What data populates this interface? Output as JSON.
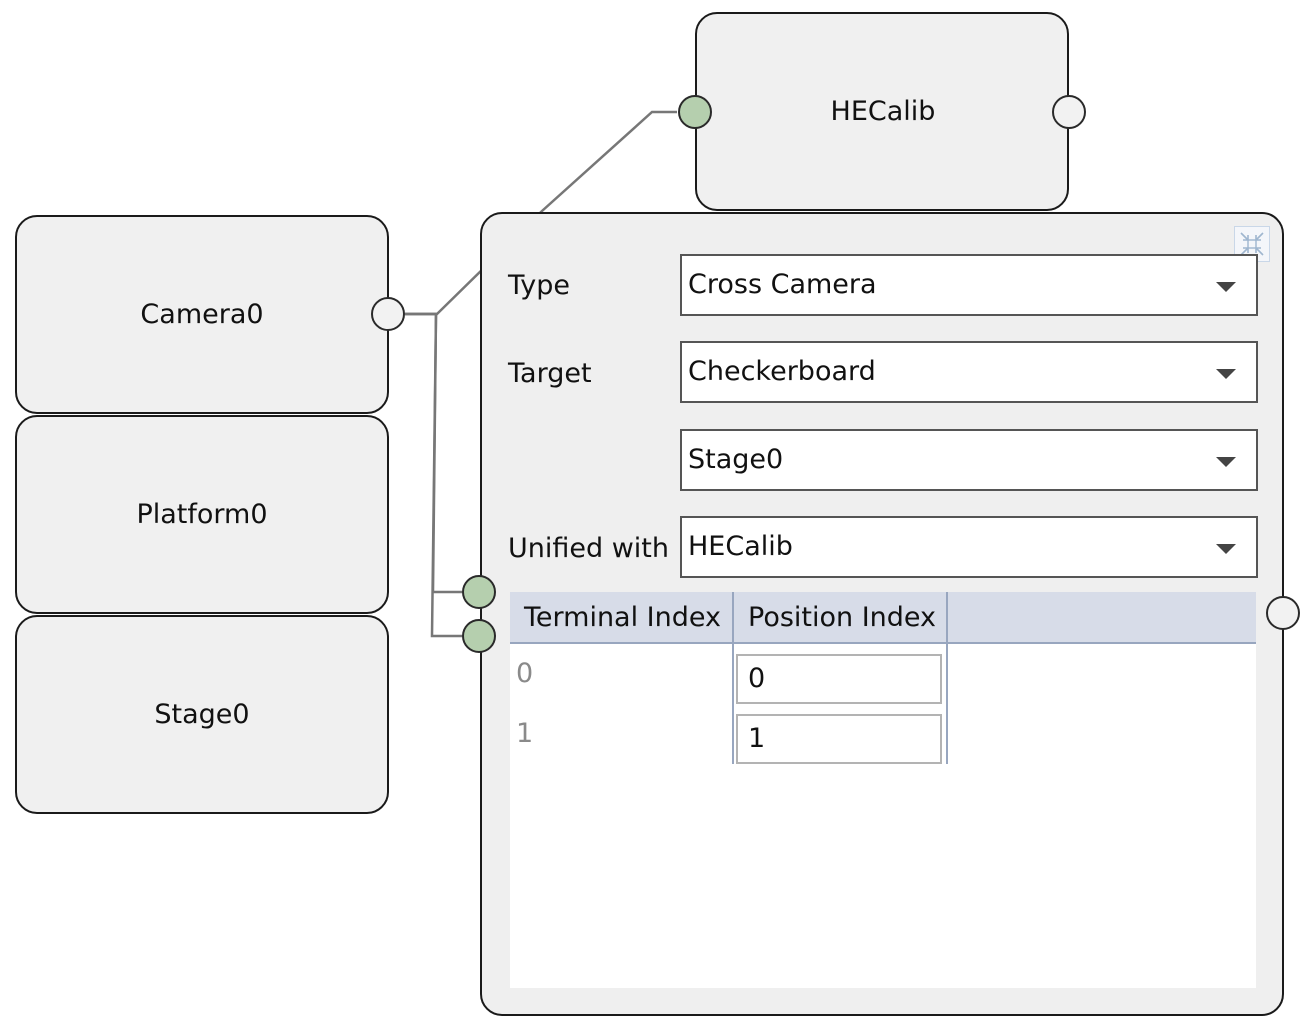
{
  "nodes": {
    "camera": {
      "label": "Camera0"
    },
    "platform": {
      "label": "Platform0"
    },
    "stage": {
      "label": "Stage0"
    },
    "hecalib": {
      "label": "HECalib"
    }
  },
  "panel": {
    "fields": {
      "type": {
        "label": "Type",
        "value": "Cross Camera"
      },
      "target": {
        "label": "Target",
        "value": "Checkerboard"
      },
      "target_source": {
        "label": "",
        "value": "Stage0"
      },
      "unified": {
        "label": "Unified with",
        "value": "HECalib"
      }
    },
    "grid": {
      "columns": [
        "Terminal Index",
        "Position Index"
      ],
      "rows": [
        {
          "terminal": "0",
          "position": "0"
        },
        {
          "terminal": "1",
          "position": "1"
        }
      ]
    }
  },
  "colors": {
    "node_fill": "#f0f0f0",
    "port_connected": "#b5cfae",
    "port_open": "#f2f2f2",
    "grid_header": "#d7dce8",
    "wire": "#777777"
  },
  "icons": {
    "collapse": "collapse-icon",
    "dropdown": "chevron-down-icon"
  }
}
